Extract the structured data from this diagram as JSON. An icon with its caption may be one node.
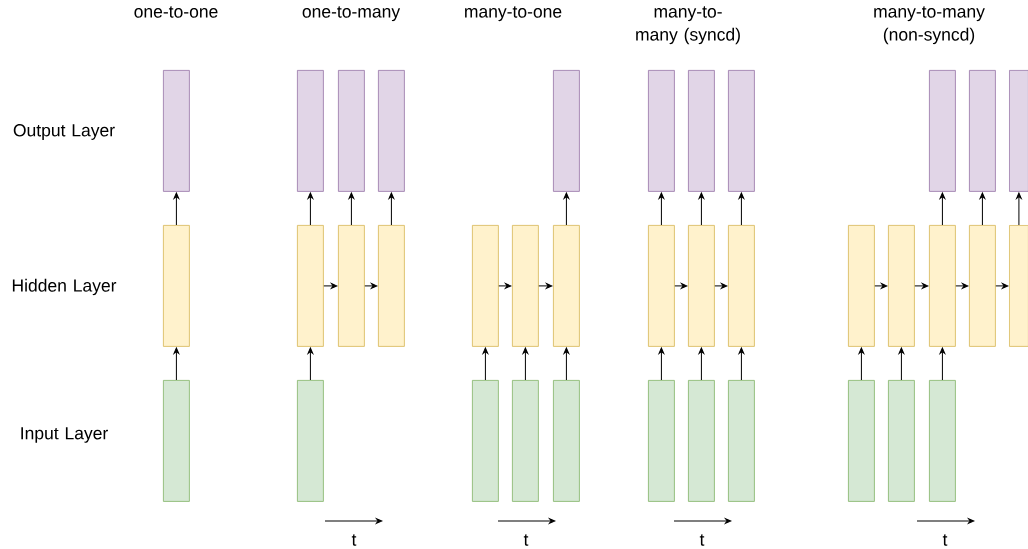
{
  "diagram": {
    "nodes": [
      {
        "text": [],
        "shape": "box"
      },
      {
        "text": [],
        "shape": "box"
      },
      {
        "text": [],
        "shape": "box"
      },
      {
        "text": [],
        "shape": "box"
      },
      {
        "text": [],
        "shape": "box"
      },
      {
        "text": [],
        "shape": "box"
      },
      {
        "text": [],
        "shape": "box"
      },
      {
        "text": [],
        "shape": "box"
      },
      {
        "text": [],
        "shape": "box"
      },
      {
        "text": [],
        "shape": "box"
      },
      {
        "text": [],
        "shape": "box"
      },
      {
        "text": [],
        "shape": "box"
      },
      {
        "text": [],
        "shape": "box"
      },
      {
        "text": [],
        "shape": "box"
      },
      {
        "text": [],
        "shape": "box"
      },
      {
        "text": [],
        "shape": "box"
      },
      {
        "text": [],
        "shape": "box"
      },
      {
        "text": [],
        "shape": "box"
      },
      {
        "text": [],
        "shape": "box"
      },
      {
        "text": [],
        "shape": "box"
      },
      {
        "text": [],
        "shape": "box"
      },
      {
        "text": [],
        "shape": "box"
      },
      {
        "text": [],
        "shape": "box"
      },
      {
        "text": [],
        "shape": "box"
      },
      {
        "text": [],
        "shape": "box"
      },
      {
        "text": [],
        "shape": "box"
      },
      {
        "text": [],
        "shape": "box"
      },
      {
        "text": [],
        "shape": "box"
      },
      {
        "text": [],
        "shape": "box"
      },
      {
        "text": [],
        "shape": "box"
      },
      {
        "text": [],
        "shape": "box"
      },
      {
        "text": [],
        "shape": "box"
      },
      {
        "text": [],
        "shape": "box"
      },
      {
        "text": [],
        "shape": "box"
      },
      {
        "text": [],
        "shape": "box"
      },
      {
        "text": [],
        "shape": "box"
      },
      {
        "text": [],
        "shape": "box"
      }
    ],
    "edges": [
      {
        "from": 2,
        "to": 1,
        "arrow": "to"
      },
      {
        "from": 1,
        "to": 0,
        "arrow": "to"
      },
      {
        "from": 9,
        "to": 6,
        "arrow": "to"
      },
      {
        "from": 6,
        "to": 3,
        "arrow": "to"
      },
      {
        "from": 7,
        "to": 4,
        "arrow": "to"
      },
      {
        "from": 8,
        "to": 5,
        "arrow": "to"
      },
      {
        "from": 6,
        "to": 7,
        "arrow": "to"
      },
      {
        "from": 7,
        "to": 8,
        "arrow": "to"
      },
      {
        "from": 14,
        "to": 11,
        "arrow": "to"
      },
      {
        "from": 15,
        "to": 12,
        "arrow": "to"
      },
      {
        "from": 16,
        "to": 13,
        "arrow": "to"
      },
      {
        "from": 11,
        "to": 12,
        "arrow": "to"
      },
      {
        "from": 12,
        "to": 13,
        "arrow": "to"
      },
      {
        "from": 13,
        "to": 10,
        "arrow": "to"
      },
      {
        "from": 23,
        "to": 20,
        "arrow": "to"
      },
      {
        "from": 24,
        "to": 21,
        "arrow": "to"
      },
      {
        "from": 25,
        "to": 22,
        "arrow": "to"
      },
      {
        "from": 20,
        "to": 17,
        "arrow": "to"
      },
      {
        "from": 21,
        "to": 18,
        "arrow": "to"
      },
      {
        "from": 22,
        "to": 19,
        "arrow": "to"
      },
      {
        "from": 20,
        "to": 21,
        "arrow": "to"
      },
      {
        "from": 21,
        "to": 22,
        "arrow": "to"
      },
      {
        "from": 34,
        "to": 29,
        "arrow": "to"
      },
      {
        "from": 35,
        "to": 30,
        "arrow": "to"
      },
      {
        "from": 36,
        "to": 31,
        "arrow": "to"
      },
      {
        "from": 31,
        "to": 26,
        "arrow": "to"
      },
      {
        "from": 32,
        "to": 27,
        "arrow": "to"
      },
      {
        "from": 33,
        "to": 28,
        "arrow": "to"
      },
      {
        "from": 29,
        "to": 30,
        "arrow": "to"
      },
      {
        "from": 30,
        "to": 31,
        "arrow": "to"
      },
      {
        "from": 31,
        "to": 32,
        "arrow": "to"
      },
      {
        "from": 32,
        "to": 33,
        "arrow": "to"
      }
    ],
    "labels": [
      "one-to-one",
      "one-to-many",
      "many-to-one",
      "many-to-many (syncd)",
      "many-to-many (non-syncd)",
      "Output Layer",
      "Hidden Layer",
      "Input Layer",
      "t",
      "t",
      "t",
      "t"
    ]
  }
}
